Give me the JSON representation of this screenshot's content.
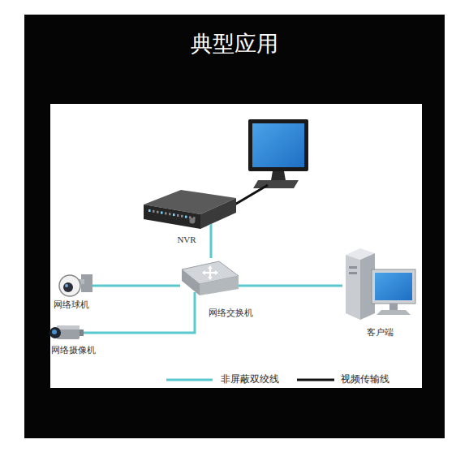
{
  "diagram": {
    "title": "典型应用",
    "nodes": [
      {
        "text": [
          "NVR"
        ]
      },
      {
        "text": [
          "网络球机"
        ]
      },
      {
        "text": [
          "网络摄像机"
        ]
      },
      {
        "text": [
          "网络交换机"
        ]
      },
      {
        "text": [
          "客户端"
        ]
      }
    ],
    "edges": [
      {
        "from": 0,
        "to": 3,
        "arrow": "none"
      },
      {
        "from": 1,
        "to": 3,
        "arrow": "none"
      },
      {
        "from": 2,
        "to": 3,
        "arrow": "none"
      },
      {
        "from": 3,
        "to": 4,
        "arrow": "none"
      }
    ],
    "legend": [
      {
        "text": "非屏蔽双绞线"
      },
      {
        "text": "视频传输线"
      }
    ]
  }
}
